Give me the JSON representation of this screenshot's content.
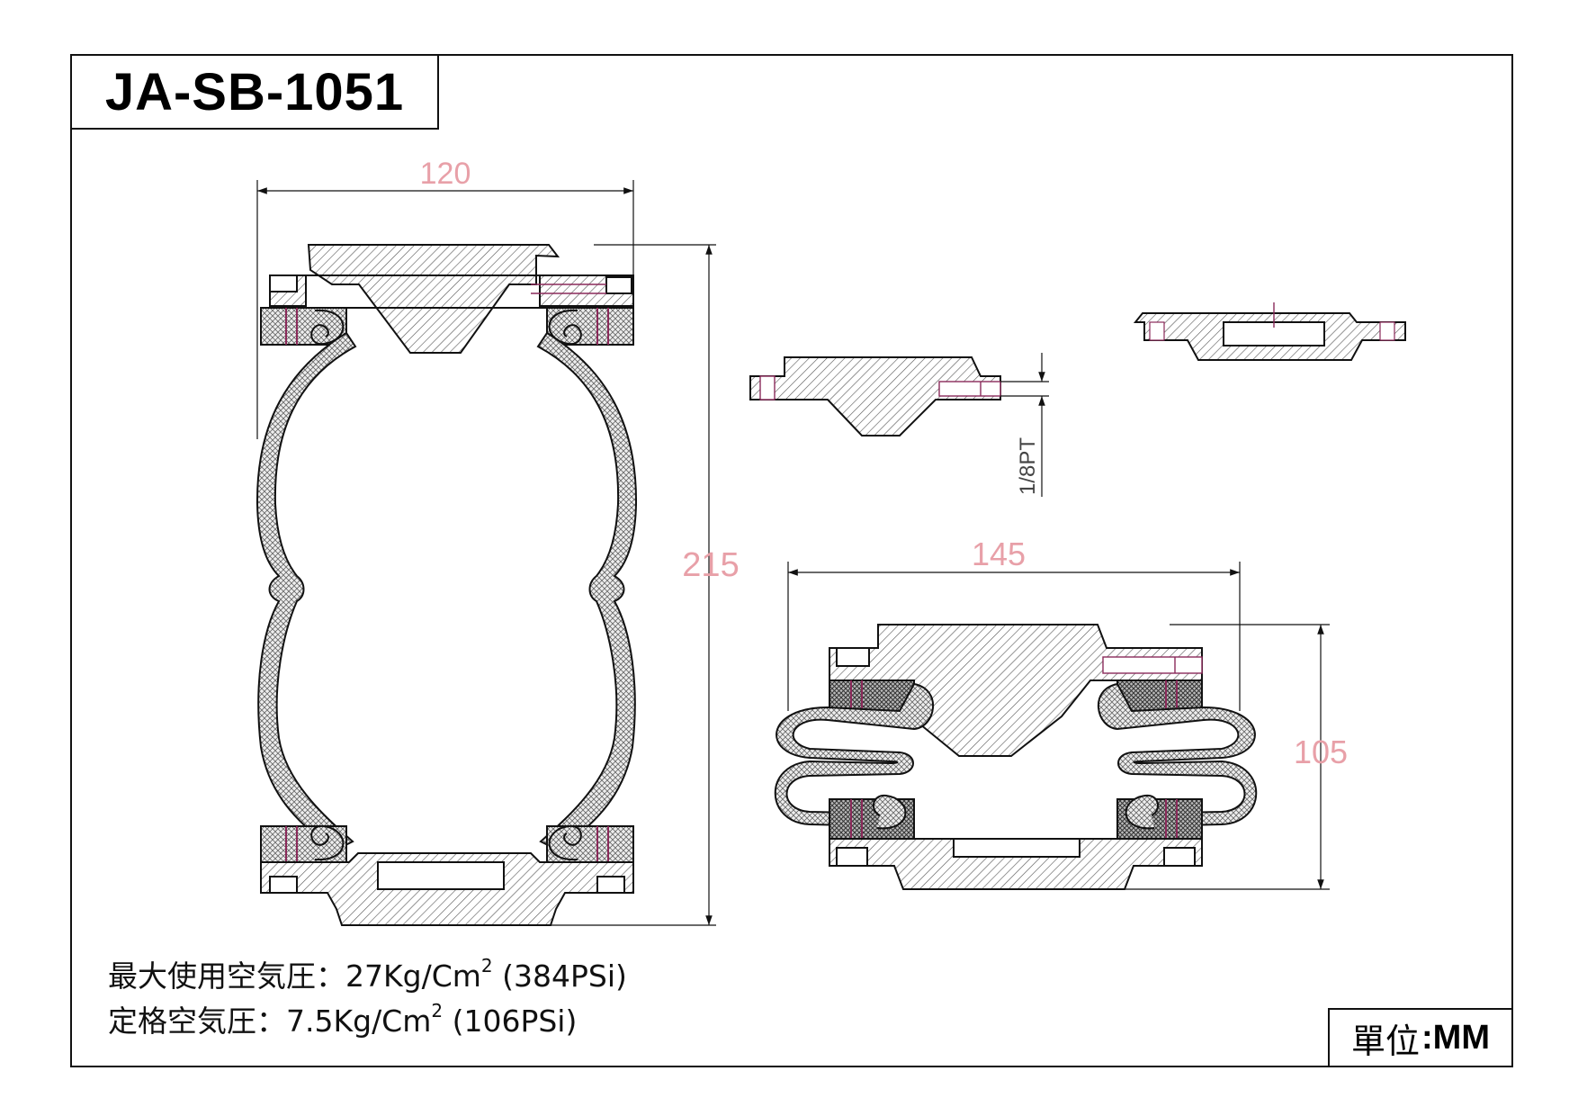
{
  "title": "JA-SB-1051",
  "unit": {
    "label": "單位",
    "value": ":MM"
  },
  "specs": [
    {
      "label": "最大使用空気圧：",
      "value": "27Kg/Cm",
      "sup": "2",
      "extra": " (384PSi)"
    },
    {
      "label": "定格空気圧：",
      "value": "7.5Kg/Cm",
      "sup": "2",
      "extra": " (106PSi)"
    }
  ],
  "dimensions": {
    "extended_width": "120",
    "extended_height": "215",
    "compressed_width": "145",
    "compressed_height": "105",
    "port_thread": "1/8PT"
  },
  "colors": {
    "line": "#111111",
    "dimension": "#e8a0a8",
    "hatch": "#555555",
    "accent": "#8a2a5a"
  }
}
